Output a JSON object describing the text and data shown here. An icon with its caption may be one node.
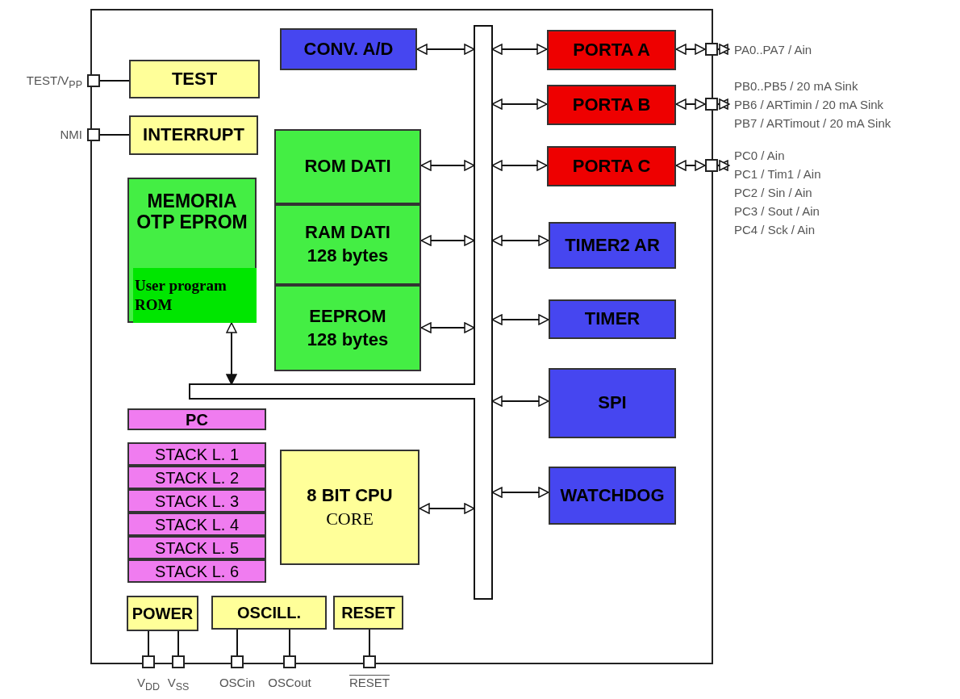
{
  "diagram": {
    "nodes": [
      {
        "text": [
          "CONV. A/D"
        ]
      },
      {
        "text": [],
        "shape": "bar"
      },
      {
        "text": [
          "PORTA A"
        ]
      },
      {
        "text": [],
        "shape": "box",
        "beside": [
          "PA0..PA7 / Ain"
        ]
      },
      {
        "text": [],
        "shape": "box",
        "beside": [
          "TEST/V$_{PP}$"
        ]
      },
      {
        "text": [
          "TEST"
        ]
      },
      {
        "text": [
          "PORTA B"
        ]
      },
      {
        "text": [],
        "shape": "box",
        "beside": [
          "PB0..PB5 / 20 mA Sink",
          "PB6 / ARTimin / 20 mA Sink",
          "PB7 / ARTimout / 20 mA Sink"
        ]
      },
      {
        "text": [],
        "shape": "box",
        "beside": [
          "NMI"
        ]
      },
      {
        "text": [
          "INTERRUPT"
        ]
      },
      {
        "text": [
          "ROM DATI"
        ]
      },
      {
        "text": [
          "PORTA C"
        ]
      },
      {
        "text": [],
        "shape": "box",
        "beside": [
          "PC0 / Ain",
          "PC1 / Tim1 / Ain",
          "PC2 / Sin / Ain",
          "PC3 / Sout / Ain",
          "PC4 / Sck / Ain"
        ]
      },
      {
        "text": [
          "MEMORIA OTP EPROM"
        ]
      },
      {
        "text": [
          "User program ROM"
        ],
        "in": 13
      },
      {
        "text": [
          "RAM DATI",
          "128 bytes"
        ]
      },
      {
        "text": [
          "TIMER2 AR"
        ]
      },
      {
        "text": [
          "EEPROM",
          "128 bytes"
        ]
      },
      {
        "text": [
          "TIMER"
        ]
      },
      {
        "text": [
          "SPI"
        ]
      },
      {
        "text": [
          "PC"
        ]
      },
      {
        "text": [
          "STACK L. 1"
        ]
      },
      {
        "text": [
          "STACK L. 2"
        ]
      },
      {
        "text": [
          "STACK L. 3"
        ]
      },
      {
        "text": [
          "STACK L. 4"
        ]
      },
      {
        "text": [
          "STACK L. 5"
        ]
      },
      {
        "text": [
          "STACK L. 6"
        ]
      },
      {
        "text": [
          "8 BIT CPU",
          "CORE"
        ]
      },
      {
        "text": [
          "WATCHDOG"
        ]
      },
      {
        "text": [
          "POWER"
        ]
      },
      {
        "text": [
          "OSCILL."
        ]
      },
      {
        "text": [
          "RESET"
        ]
      },
      {
        "text": [],
        "shape": "box",
        "beside": [
          "V$_{DD}$"
        ]
      },
      {
        "text": [],
        "shape": "box",
        "beside": [
          "V$_{SS}$"
        ]
      },
      {
        "text": [],
        "shape": "box",
        "beside": [
          "OSCin"
        ]
      },
      {
        "text": [],
        "shape": "box",
        "beside": [
          "OSCout"
        ]
      },
      {
        "text": [],
        "shape": "box",
        "beside": [
          "RESET"
        ]
      }
    ],
    "edges": [
      {
        "from": 0,
        "to": 1,
        "arrow": "both"
      },
      {
        "from": 1,
        "to": 2,
        "arrow": "both"
      },
      {
        "from": 2,
        "to": 3,
        "arrow": "both"
      },
      {
        "from": 3,
        "to": null,
        "arrow": "both"
      },
      {
        "from": 4,
        "to": 5,
        "arrow": "none"
      },
      {
        "from": 1,
        "to": 6,
        "arrow": "both"
      },
      {
        "from": 6,
        "to": 7,
        "arrow": "both"
      },
      {
        "from": 7,
        "to": null,
        "arrow": "both"
      },
      {
        "from": 8,
        "to": 9,
        "arrow": "none"
      },
      {
        "from": 10,
        "to": 1,
        "arrow": "both"
      },
      {
        "from": 1,
        "to": 11,
        "arrow": "both"
      },
      {
        "from": 11,
        "to": 12,
        "arrow": "both"
      },
      {
        "from": 12,
        "to": null,
        "arrow": "both"
      },
      {
        "from": 15,
        "to": 1,
        "arrow": "both"
      },
      {
        "from": 1,
        "to": 16,
        "arrow": "both"
      },
      {
        "from": 13,
        "to": 1,
        "arrow": "both"
      },
      {
        "from": 17,
        "to": 1,
        "arrow": "both"
      },
      {
        "from": 1,
        "to": 18,
        "arrow": "both"
      },
      {
        "from": 1,
        "to": 19,
        "arrow": "both"
      },
      {
        "from": 27,
        "to": 1,
        "arrow": "both"
      },
      {
        "from": 1,
        "to": 28,
        "arrow": "both"
      },
      {
        "from": 29,
        "to": 32,
        "arrow": "none"
      },
      {
        "from": 29,
        "to": 33,
        "arrow": "none"
      },
      {
        "from": 30,
        "to": 34,
        "arrow": "none"
      },
      {
        "from": 30,
        "to": 35,
        "arrow": "none"
      },
      {
        "from": 31,
        "to": 36,
        "arrow": "none"
      }
    ]
  }
}
